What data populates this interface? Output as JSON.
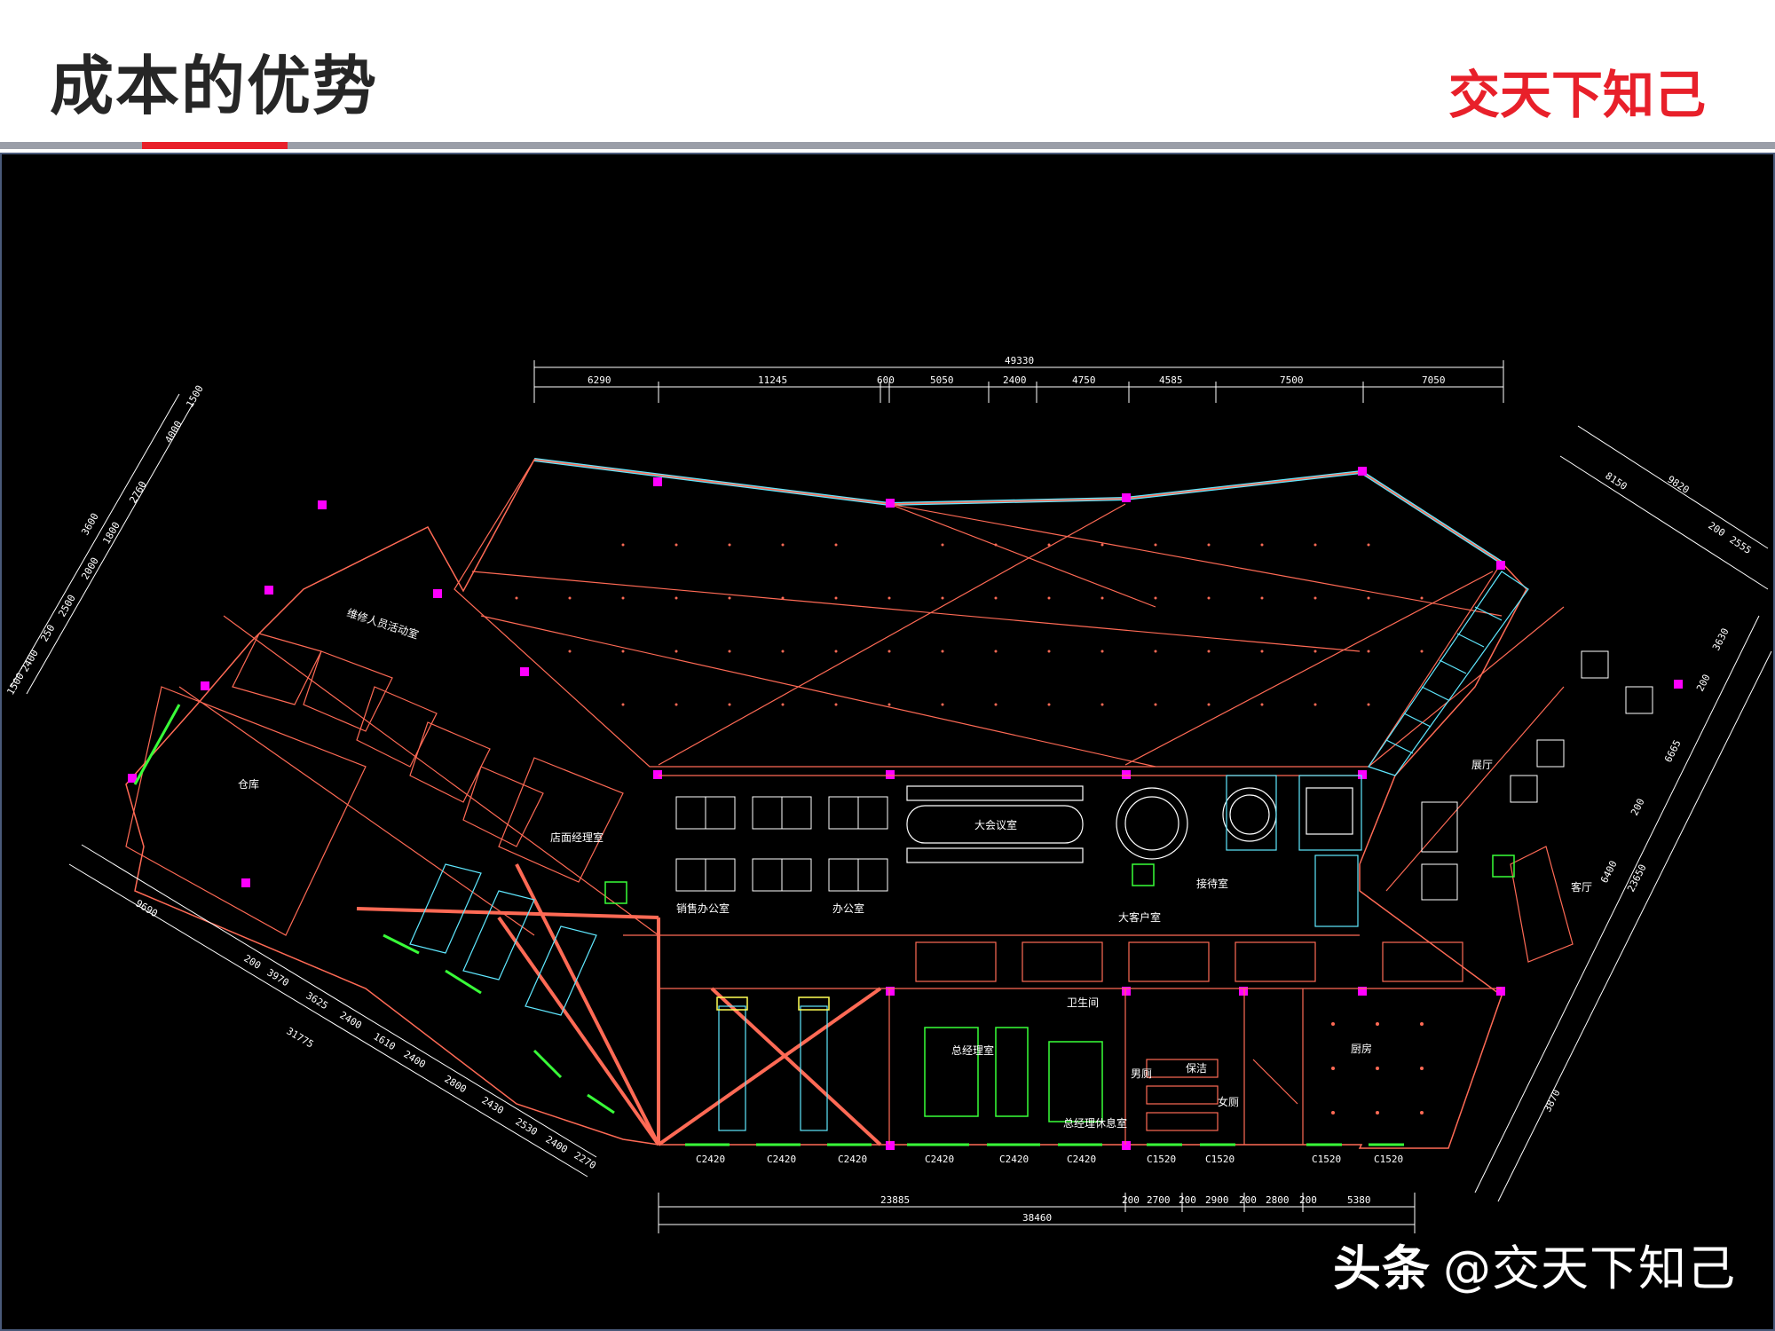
{
  "header": {
    "title": "成本的优势",
    "brand": "交天下知己"
  },
  "colors": {
    "accent": "#e8202a",
    "rule": "#9a9ea8",
    "cad_background": "#000000",
    "wall": "#ff6a55",
    "window": "#5fe8ff",
    "column": "#ff00ff",
    "furniture": "#ffffff",
    "green": "#39ff39",
    "yellow": "#ffff55"
  },
  "plan": {
    "top_dims": {
      "total": "49330",
      "segments": [
        "6290",
        "11245",
        "600",
        "5050",
        "2400",
        "4750",
        "4585",
        "7500",
        "7050"
      ]
    },
    "bottom_dims": {
      "total": "38460",
      "segments": [
        "23885",
        "200",
        "2700",
        "200",
        "2900",
        "200",
        "2800",
        "200",
        "5380"
      ],
      "window_tags": [
        "C2420",
        "C2420",
        "C2420",
        "C2420",
        "C2420",
        "C2420",
        "C1520",
        "C1520",
        "C1520",
        "C1520"
      ]
    },
    "left_upper_dims": [
      "1500",
      "4000",
      "2760",
      "3600",
      "1800",
      "2000",
      "2500",
      "250",
      "2400",
      "1500"
    ],
    "left_lower_dims": [
      "9690",
      "200",
      "3970",
      "3625",
      "2400",
      "1610",
      "2400",
      "2800",
      "2430",
      "2530",
      "2400",
      "2270",
      "31775"
    ],
    "right_upper_dims": [
      "9820",
      "8150",
      "200",
      "2555"
    ],
    "right_lower_dims": [
      "3630",
      "200",
      "6665",
      "200",
      "6400",
      "23650",
      "3870"
    ],
    "rooms": {
      "staff_activity": "维修人员活动室",
      "warehouse": "仓库",
      "store_manager": "店面经理室",
      "sales_office_1": "销售办公室",
      "sales_office_2": "办公室",
      "large_meeting": "大会议室",
      "reception_1": "接待室",
      "reception_2": "大客户室",
      "hall": "展厅",
      "restroom": "卫生间",
      "gm_office": "总经理室",
      "gm_rest": "总经理休息室",
      "mens": "男厕",
      "cleaning": "保洁",
      "womens": "女厕",
      "kitchen": "厨房",
      "lounge": "客厅"
    }
  },
  "watermark": {
    "platform": "头条",
    "handle": "@交天下知己"
  }
}
